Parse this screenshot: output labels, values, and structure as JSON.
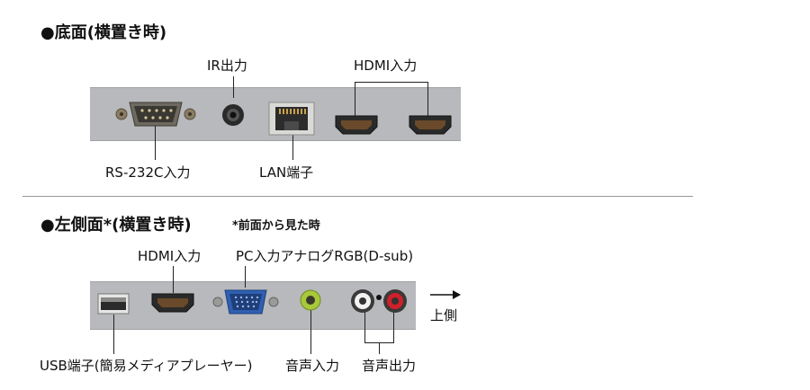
{
  "bottom": {
    "title": "●底面(横置き時)",
    "labels": {
      "ir": "IR出力",
      "hdmi": "HDMI入力",
      "rs232c": "RS-232C入力",
      "lan": "LAN端子"
    }
  },
  "left": {
    "title": "●左側面*(横置き時)",
    "note": "*前面から見た時",
    "labels": {
      "hdmi": "HDMI入力",
      "pc": "PC入力アナログRGB(D-sub)",
      "usb": "USB端子(簡易メディアプレーヤー)",
      "audio_in": "音声入力",
      "audio_out": "音声出力",
      "up": "上側"
    }
  },
  "colors": {
    "panel": "#b7b9bc",
    "vga": "#2f5fb0",
    "audio_in": "#a8c83a",
    "audio_out_red": "#d0202a",
    "audio_out_white": "#f2f2f2"
  }
}
